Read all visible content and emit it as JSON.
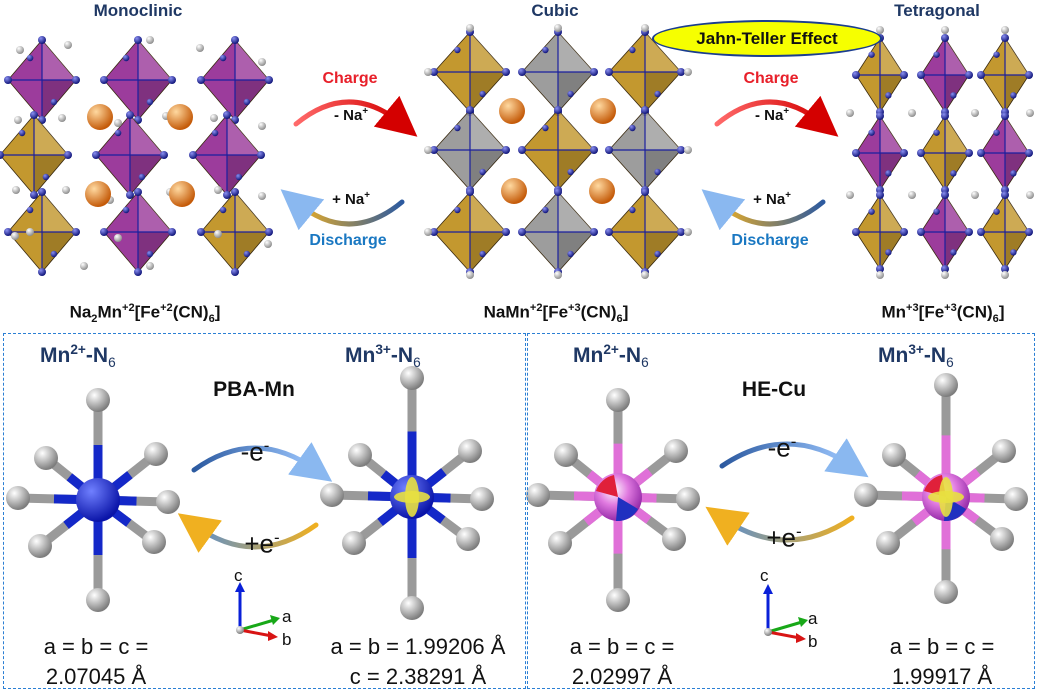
{
  "top": {
    "phases": {
      "monoclinic": "Monoclinic",
      "cubic": "Cubic",
      "tetragonal": "Tetragonal"
    },
    "jahn_teller": "Jahn-Teller Effect",
    "transitions": {
      "charge": "Charge",
      "discharge": "Discharge",
      "minus_na": "- Na",
      "plus_na": "+ Na",
      "na_sup": "+"
    },
    "formulas": {
      "f1": {
        "a": "Na",
        "b": "2",
        "c": "Mn",
        "d": "+2",
        "e": "[Fe",
        "f": "+2",
        "g": "(CN)",
        "h": "6",
        "i": "]"
      },
      "f2": {
        "a": "NaMn",
        "b": "+2",
        "c": "[Fe",
        "d": "+3",
        "e": "(CN)",
        "f": "6",
        "g": "]"
      },
      "f3": {
        "a": "Mn",
        "b": "+3",
        "c": "[Fe",
        "d": "+3",
        "e": "(CN)",
        "f": "6",
        "g": "]"
      }
    }
  },
  "panels": {
    "left": {
      "system": "PBA-Mn",
      "site_a": {
        "el": "Mn",
        "ox": "2+",
        "lig": "-N",
        "n": "6"
      },
      "site_b": {
        "el": "Mn",
        "ox": "3+",
        "lig": "-N",
        "n": "6"
      },
      "minus_e": "-e",
      "plus_e": "+e",
      "e_sup": "-",
      "params_a": [
        "a = b = c =",
        "2.07045 Å"
      ],
      "params_b": [
        "a = b = 1.99206 Å",
        "c = 2.38291 Å"
      ]
    },
    "right": {
      "system": "HE-Cu",
      "site_a": {
        "el": "Mn",
        "ox": "2+",
        "lig": "-N",
        "n": "6"
      },
      "site_b": {
        "el": "Mn",
        "ox": "3+",
        "lig": "-N",
        "n": "6"
      },
      "minus_e": "-e",
      "plus_e": "+e",
      "e_sup": "-",
      "params_a": [
        "a = b = c =",
        "2.02997 Å"
      ],
      "params_b": [
        "a = b = c =",
        "1.99917 Å"
      ]
    },
    "axes": {
      "c": "c",
      "a": "a",
      "b": "b"
    }
  },
  "colors": {
    "mn_octa": "#8b1a8b",
    "fe_octa": "#b8860b",
    "gray_octa": "#8c8c8c",
    "nitrogen": "#1a1f9e",
    "carbon": "#cfcfcf",
    "sodium": "#e07a1f",
    "charge": "#e8202a",
    "discharge": "#1a78c2",
    "he_center": "#d14fd1"
  }
}
